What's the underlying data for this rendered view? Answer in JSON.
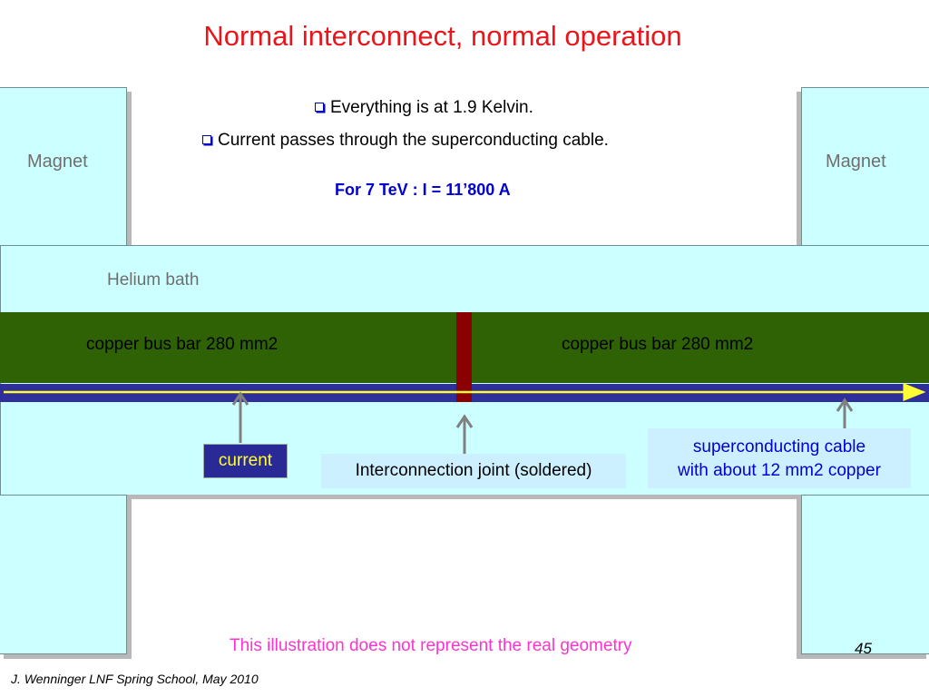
{
  "title": "Normal interconnect, normal operation",
  "magnets": {
    "left_label": "Magnet",
    "right_label": "Magnet"
  },
  "bullets": [
    "Everything is at 1.9 Kelvin.",
    "Current passes through the superconducting cable."
  ],
  "energy_note": "For 7 TeV : I = 11’800 A",
  "helium_label": "Helium bath",
  "copper_left_label": "copper bus bar 280 mm2",
  "copper_right_label": "copper bus bar 280 mm2",
  "callouts": {
    "current": "current",
    "joint": "Interconnection joint (soldered)",
    "sc_line1": "superconducting cable",
    "sc_line2": "with about 12 mm2 copper"
  },
  "disclaimer": "This illustration does not represent the real geometry",
  "page_number": "45",
  "footer": "J. Wenninger LNF Spring School, May 2010",
  "colors": {
    "title": "#e8151b",
    "helium": "#ccffff",
    "copper": "#2e6204",
    "joint": "#8b0000",
    "cable": "#2f2f9b",
    "current_arrow": "#ffff33",
    "disclaimer": "#ff33cc"
  }
}
